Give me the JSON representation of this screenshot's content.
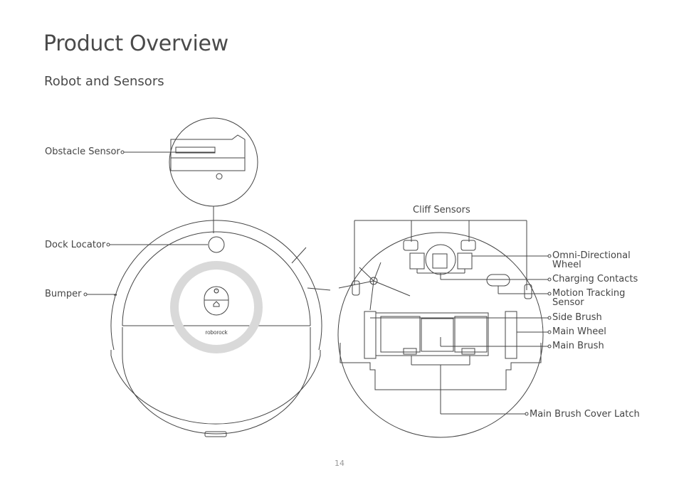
{
  "page": {
    "title": "Product Overview",
    "subtitle": "Robot and Sensors",
    "page_number": "14"
  },
  "robot_top": {
    "brand_text": "roborock",
    "labels": {
      "obstacle_sensor": "Obstacle Sensor",
      "dock_locator": "Dock Locator",
      "bumper": "Bumper"
    }
  },
  "robot_bottom": {
    "labels": {
      "cliff_sensors": "Cliff Sensors",
      "omni_wheel": "Omni-Directional Wheel",
      "charging_contacts": "Charging Contacts",
      "motion_tracking": "Motion Tracking Sensor",
      "side_brush": "Side Brush",
      "main_wheel": "Main Wheel",
      "main_brush": "Main Brush",
      "brush_cover_latch": "Main Brush Cover Latch"
    }
  },
  "colors": {
    "line": "#444444",
    "ring": "#d9d9d9",
    "text": "#444444"
  }
}
